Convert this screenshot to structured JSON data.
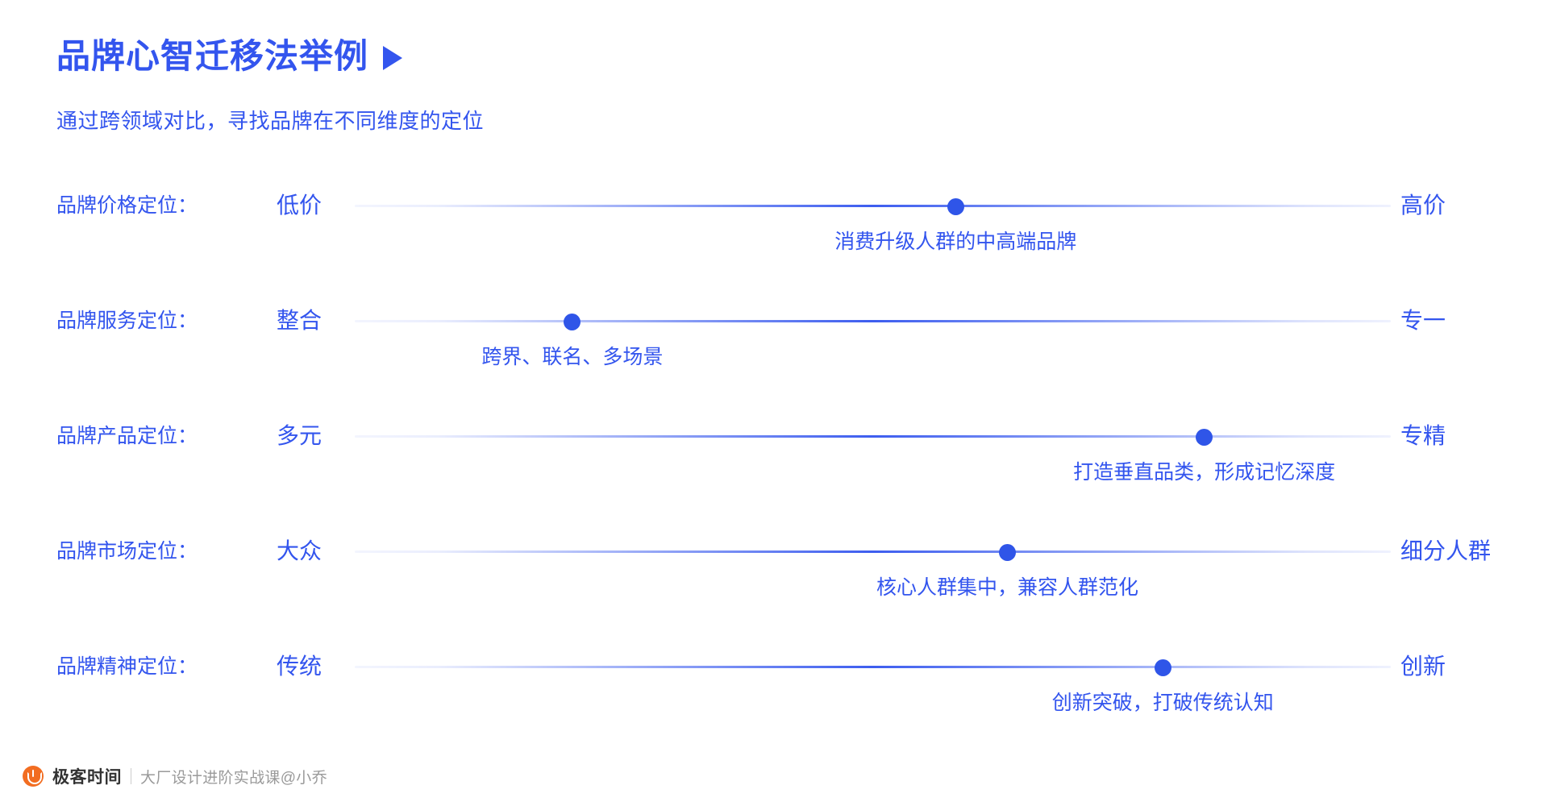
{
  "header": {
    "title": "品牌心智迁移法举例",
    "title_icon": "play-triangle-icon",
    "subtitle": "通过跨领域对比，寻找品牌在不同维度的定位"
  },
  "colors": {
    "brand_blue": "#3355ee",
    "knob_blue": "#2f55e8",
    "logo_orange": "#f26d21",
    "footer_text": "#9a9a9a",
    "background": "#ffffff"
  },
  "chart_data": {
    "type": "scatter",
    "title": "品牌心智迁移法举例",
    "subtitle": "通过跨领域对比，寻找品牌在不同维度的定位",
    "xlabel": "",
    "ylabel": "",
    "xlim": [
      0,
      100
    ],
    "grid": false,
    "legend": "none",
    "categories": [
      "品牌价格定位：",
      "品牌服务定位：",
      "品牌产品定位：",
      "品牌市场定位：",
      "品牌精神定位："
    ],
    "values": [
      58,
      21,
      82,
      63,
      78
    ],
    "axis_poles_left": [
      "低价",
      "整合",
      "多元",
      "大众",
      "传统"
    ],
    "axis_poles_right": [
      "高价",
      "专一",
      "专精",
      "细分人群",
      "创新"
    ],
    "annotations": [
      "消费升级人群的中高端品牌",
      "跨界、联名、多场景",
      "打造垂直品类，形成记忆深度",
      "核心人群集中，兼容人群范化",
      "创新突破，打破传统认知"
    ]
  },
  "rows": [
    {
      "label": "品牌价格定位：",
      "left_pole": "低价",
      "right_pole": "高价",
      "value_pct": 58,
      "note": "消费升级人群的中高端品牌"
    },
    {
      "label": "品牌服务定位：",
      "left_pole": "整合",
      "right_pole": "专一",
      "value_pct": 21,
      "note": "跨界、联名、多场景"
    },
    {
      "label": "品牌产品定位：",
      "left_pole": "多元",
      "right_pole": "专精",
      "value_pct": 82,
      "note": "打造垂直品类，形成记忆深度"
    },
    {
      "label": "品牌市场定位：",
      "left_pole": "大众",
      "right_pole": "细分人群",
      "value_pct": 63,
      "note": "核心人群集中，兼容人群范化"
    },
    {
      "label": "品牌精神定位：",
      "left_pole": "传统",
      "right_pole": "创新",
      "value_pct": 78,
      "note": "创新突破，打破传统认知"
    }
  ],
  "footer": {
    "logo_icon": "geekbang-circle-logo-icon",
    "brand": "极客时间",
    "divider": "|",
    "course": "大厂设计进阶实战课@小乔"
  }
}
